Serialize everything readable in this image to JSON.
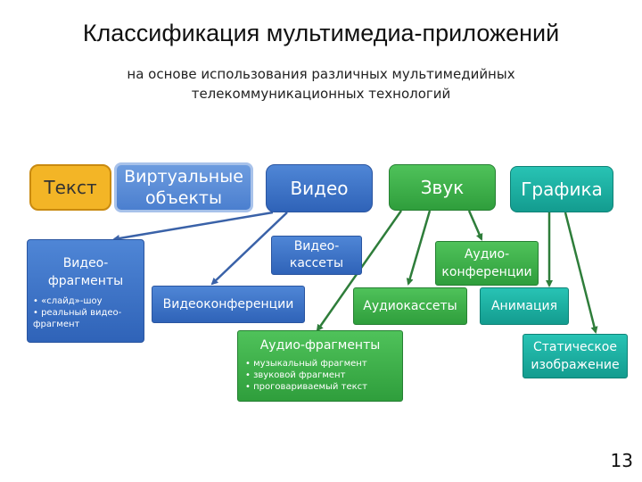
{
  "title": "Классификация мультимедиа-приложений",
  "subtitle_line1": "на основе использования различных мультимедийных",
  "subtitle_line2": "телекоммуникационных технологий",
  "top": {
    "text": "Текст",
    "virtual_line1": "Виртуальные",
    "virtual_line2": "объекты",
    "video": "Видео",
    "sound": "Звук",
    "graphics": "Графика"
  },
  "video_fragments": {
    "title_line1": "Видео-",
    "title_line2": "фрагменты",
    "bullets": [
      "• «слайд»-шоу",
      "• реальный видео-",
      "фрагмент"
    ]
  },
  "videocassettes_line1": "Видео-",
  "videocassettes_line2": "кассеты",
  "videoconference": "Видеоконференции",
  "audioconference_line1": "Аудио-",
  "audioconference_line2": "конференции",
  "audiocassettes": "Аудиокассеты",
  "animation": "Анимация",
  "audio_fragments": {
    "title": "Аудио-фрагменты",
    "bullets": [
      "• музыкальный фрагмент",
      "• звуковой фрагмент",
      "• проговариваемый текст"
    ]
  },
  "static_image_line1": "Статическое",
  "static_image_line2": "изображение",
  "page_number": "13",
  "colors": {
    "yellow": "#f3b526",
    "blue": "#3a70c4",
    "green": "#3bb04a",
    "teal": "#1db0a2",
    "arrow_blue": "#3a62a8",
    "arrow_green": "#2e7d3a"
  }
}
